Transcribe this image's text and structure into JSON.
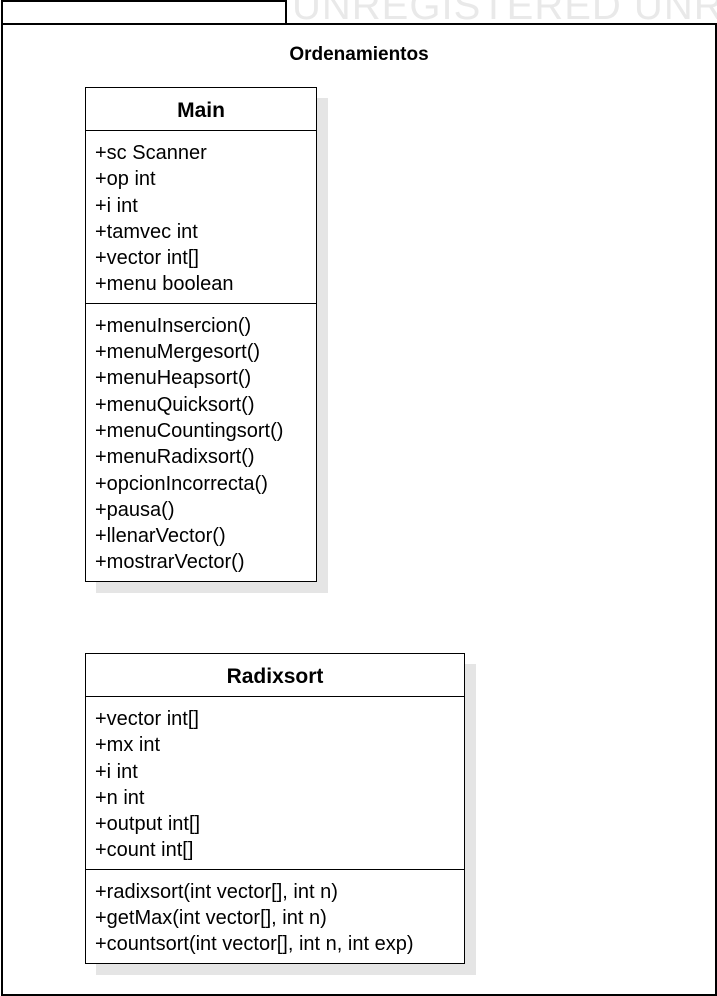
{
  "watermark": "UNREGISTERED UNRE",
  "package": {
    "title": "Ordenamientos"
  },
  "classes": [
    {
      "name": "Main",
      "attributes": [
        "+sc Scanner",
        "+op int",
        "+i int",
        "+tamvec int",
        "+vector int[]",
        "+menu boolean"
      ],
      "methods": [
        "+menuInsercion()",
        "+menuMergesort()",
        "+menuHeapsort()",
        "+menuQuicksort()",
        "+menuCountingsort()",
        "+menuRadixsort()",
        "+opcionIncorrecta()",
        "+pausa()",
        "+llenarVector()",
        "+mostrarVector()"
      ]
    },
    {
      "name": "Radixsort",
      "attributes": [
        "+vector int[]",
        "+mx int",
        "+i int",
        "+n int",
        "+output int[]",
        "+count int[]"
      ],
      "methods": [
        "+radixsort(int vector[], int n)",
        "+getMax(int vector[], int n)",
        "+countsort(int vector[], int n, int exp)"
      ]
    }
  ]
}
